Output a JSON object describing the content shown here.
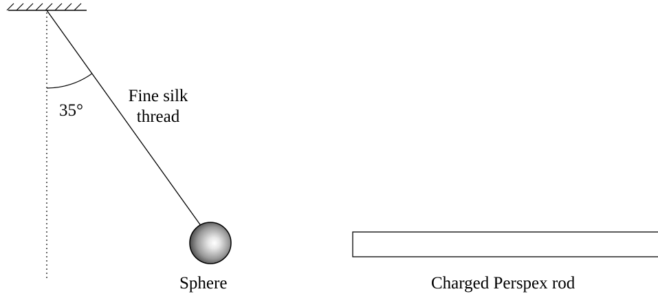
{
  "labels": {
    "angle": "35°",
    "thread_line1": "Fine silk",
    "thread_line2": "thread",
    "sphere": "Sphere",
    "rod": "Charged Perspex rod"
  },
  "colors": {
    "stroke": "#000000",
    "sphere_highlight": "#ffffff",
    "sphere_mid": "#b5b5b5",
    "sphere_edge": "#4d4d4d",
    "background": "#ffffff"
  }
}
